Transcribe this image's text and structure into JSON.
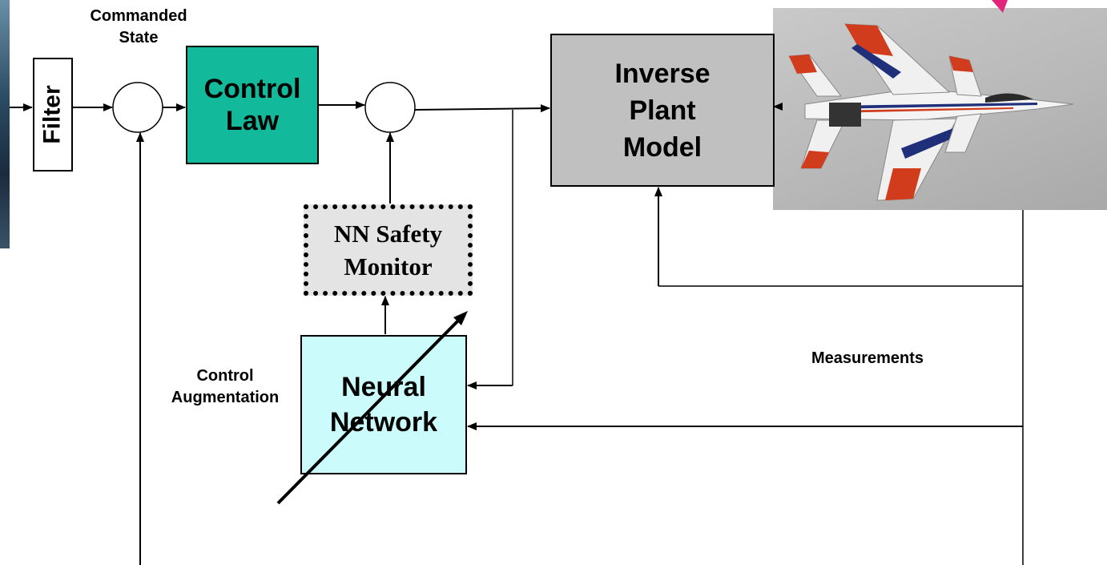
{
  "labels": {
    "commanded_state": [
      "Commanded",
      "State"
    ],
    "control_augmentation": [
      "Control",
      "Augmentation"
    ],
    "measurements": "Measurements"
  },
  "blocks": {
    "filter": "Filter",
    "control_law": [
      "Control",
      "Law"
    ],
    "inverse_plant_model": [
      "Inverse",
      "Plant",
      "Model"
    ],
    "nn_safety_monitor": [
      "NN Safety",
      "Monitor"
    ],
    "neural_network": [
      "Neural",
      "Network"
    ]
  },
  "colors": {
    "control_law_fill": "#12b99a",
    "inverse_plant_fill": "#c0c0c0",
    "safety_monitor_fill": "#e4e4e4",
    "neural_network_fill": "#ccfbfb",
    "accent_pink": "#e0257a"
  },
  "images": {
    "aircraft": "f15-aircraft-photo"
  }
}
